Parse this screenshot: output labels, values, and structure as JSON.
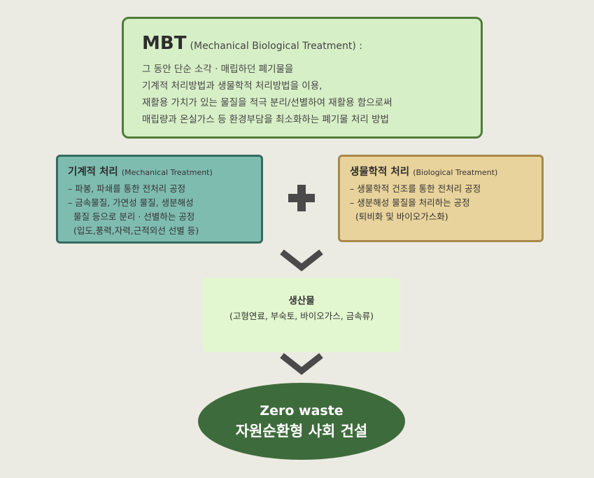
{
  "mbt": {
    "abbr": "MBT",
    "full": "(Mechanical Biological Treatment) :",
    "lines": [
      "그 동안 단순 소각 · 매립하던 폐기물을",
      "기계적 처리방법과 생물학적 처리방법을 이용,",
      "재활용 가치가 있는 물질을 적극 분리/선별하여 재활용 함으로써",
      "매립량과 온실가스 등 환경부담을 최소화하는 폐기물 처리 방법"
    ]
  },
  "mechanical": {
    "title": "기계적 처리",
    "title_en": "(Mechanical Treatment)",
    "lines": [
      "– 파봉, 파쇄를 통한 전처리 공정",
      "– 금속물질, 가연성 물질, 생분해성",
      "  물질 등으로 분리 · 선별하는 공정",
      "  (입도,풍력,자력,근적외선 선별 등)"
    ]
  },
  "biological": {
    "title": "생물학적 처리",
    "title_en": "(Biological Treatment)",
    "lines": [
      "– 생물학적 건조를 통한 전처리 공정",
      "– 생분해성 물질을 처리하는 공정",
      "  (퇴비화 및 바이오가스화)"
    ]
  },
  "product": {
    "title": "생산물",
    "subtitle": "(고형연료, 부숙토, 바이오가스, 금속류)"
  },
  "goal": {
    "line1": "Zero waste",
    "line2": "자원순환형 사회 건설"
  },
  "colors": {
    "mbt_fill": "#d7efc7",
    "mechanical_fill": "#7fbcb0",
    "biological_fill": "#e9d39c",
    "product_fill": "#e2f6cf",
    "goal_fill": "#3e6b3c",
    "arrow": "#4a4a4a"
  }
}
